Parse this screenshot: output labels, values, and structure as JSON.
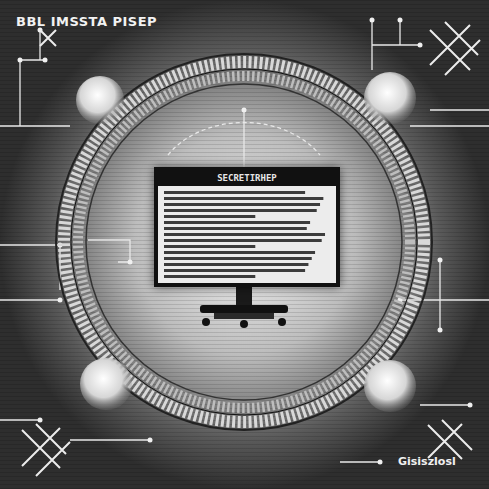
{
  "diagram": {
    "title": "BBL IMSSTA PISEP",
    "nodes": [
      {
        "text": [
          "SECRETIRHEP"
        ]
      }
    ],
    "labels": [
      "Gisiszlosl"
    ]
  }
}
